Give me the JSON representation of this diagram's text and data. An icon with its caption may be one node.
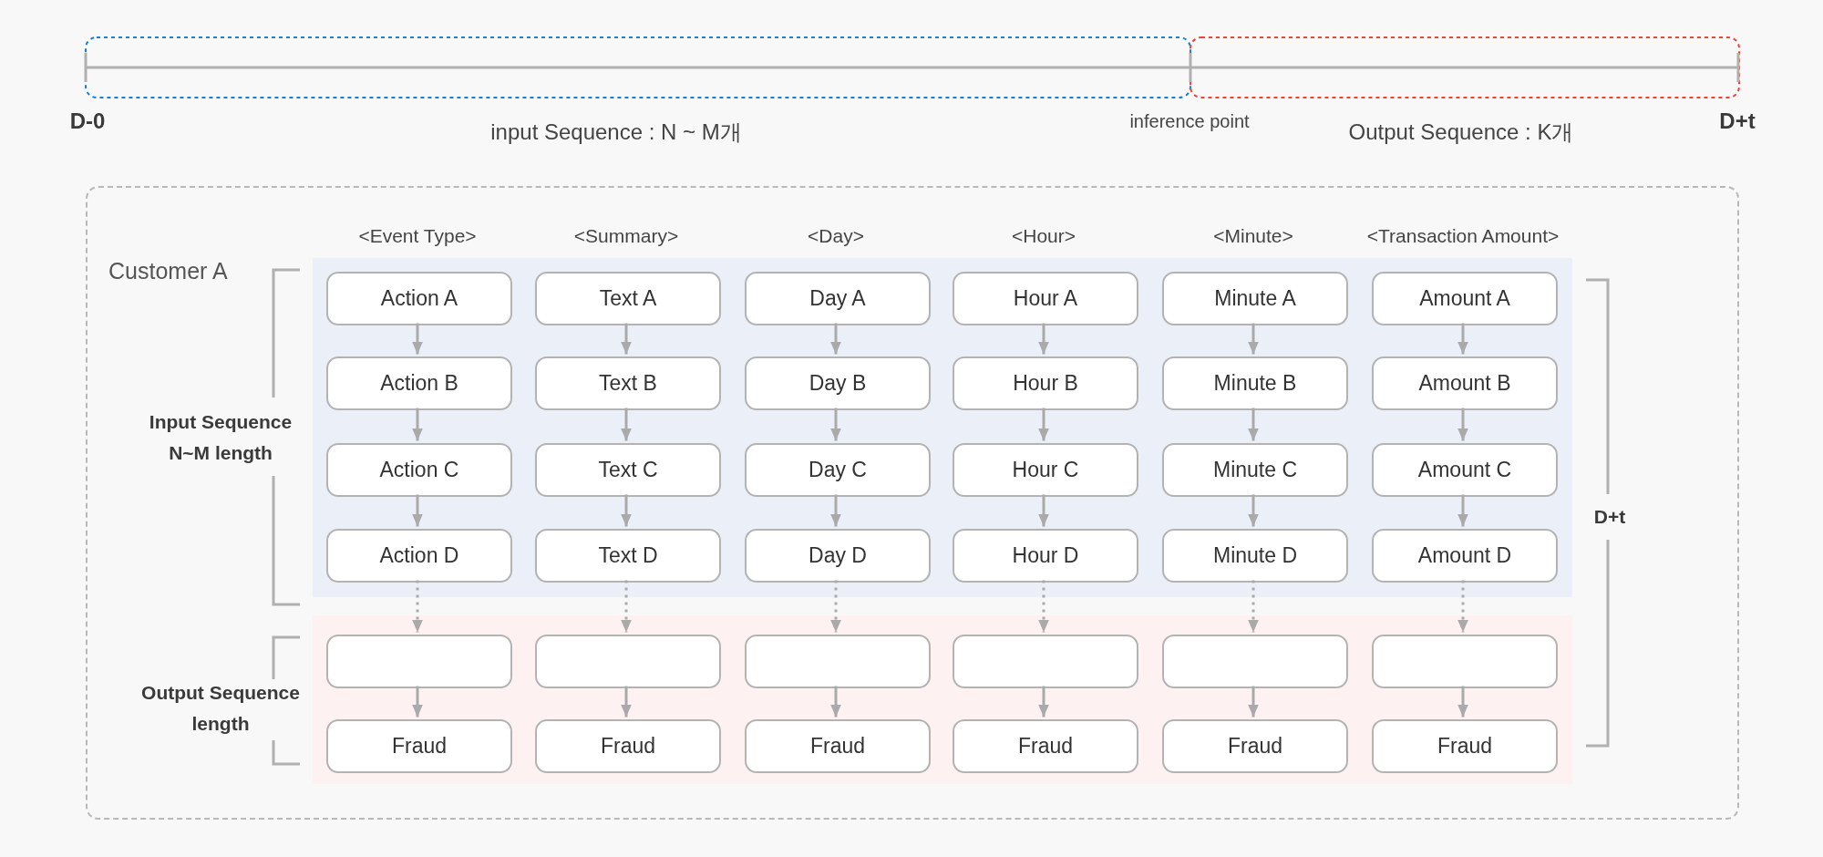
{
  "diagram": {
    "nodes": [
      {
        "text": [
          "Customer A"
        ]
      },
      {
        "text": [],
        "shape": "band",
        "in": 0
      },
      {
        "text": [
          "Action A"
        ],
        "in": 1
      },
      {
        "text": [
          "Text A"
        ],
        "in": 1
      },
      {
        "text": [
          "Day A"
        ],
        "in": 1
      },
      {
        "text": [
          "Hour A"
        ],
        "in": 1
      },
      {
        "text": [
          "Minute A"
        ],
        "in": 1
      },
      {
        "text": [
          "Amount A"
        ],
        "in": 1
      },
      {
        "text": [
          "Action B"
        ],
        "in": 1
      },
      {
        "text": [
          "Text B"
        ],
        "in": 1
      },
      {
        "text": [
          "Day B"
        ],
        "in": 1
      },
      {
        "text": [
          "Hour B"
        ],
        "in": 1
      },
      {
        "text": [
          "Minute B"
        ],
        "in": 1
      },
      {
        "text": [
          "Amount B"
        ],
        "in": 1
      },
      {
        "text": [
          "Action C"
        ],
        "in": 1
      },
      {
        "text": [
          "Text C"
        ],
        "in": 1
      },
      {
        "text": [
          "Day C"
        ],
        "in": 1
      },
      {
        "text": [
          "Hour C"
        ],
        "in": 1
      },
      {
        "text": [
          "Minute C"
        ],
        "in": 1
      },
      {
        "text": [
          "Amount C"
        ],
        "in": 1
      },
      {
        "text": [
          "Action D"
        ],
        "in": 1
      },
      {
        "text": [
          "Text D"
        ],
        "in": 1
      },
      {
        "text": [
          "Day D"
        ],
        "in": 1
      },
      {
        "text": [
          "Hour D"
        ],
        "in": 1
      },
      {
        "text": [
          "Minute D"
        ],
        "in": 1
      },
      {
        "text": [
          "Amount D"
        ],
        "in": 1
      },
      {
        "text": [],
        "shape": "band",
        "in": 0
      },
      {
        "text": [],
        "shape": "box",
        "in": 26
      },
      {
        "text": [],
        "shape": "box",
        "in": 26
      },
      {
        "text": [],
        "shape": "box",
        "in": 26
      },
      {
        "text": [],
        "shape": "box",
        "in": 26
      },
      {
        "text": [],
        "shape": "box",
        "in": 26
      },
      {
        "text": [],
        "shape": "box",
        "in": 26
      },
      {
        "text": [
          "Fraud"
        ],
        "in": 26
      },
      {
        "text": [
          "Fraud"
        ],
        "in": 26
      },
      {
        "text": [
          "Fraud"
        ],
        "in": 26
      },
      {
        "text": [
          "Fraud"
        ],
        "in": 26
      },
      {
        "text": [
          "Fraud"
        ],
        "in": 26
      },
      {
        "text": [
          "Fraud"
        ],
        "in": 26
      }
    ],
    "edges": [
      {
        "from": 2,
        "to": 8,
        "arrow": "to"
      },
      {
        "from": 3,
        "to": 9,
        "arrow": "to"
      },
      {
        "from": 4,
        "to": 10,
        "arrow": "to"
      },
      {
        "from": 5,
        "to": 11,
        "arrow": "to"
      },
      {
        "from": 6,
        "to": 12,
        "arrow": "to"
      },
      {
        "from": 7,
        "to": 13,
        "arrow": "to"
      },
      {
        "from": 8,
        "to": 14,
        "arrow": "to"
      },
      {
        "from": 9,
        "to": 15,
        "arrow": "to"
      },
      {
        "from": 10,
        "to": 16,
        "arrow": "to"
      },
      {
        "from": 11,
        "to": 17,
        "arrow": "to"
      },
      {
        "from": 12,
        "to": 18,
        "arrow": "to"
      },
      {
        "from": 13,
        "to": 19,
        "arrow": "to"
      },
      {
        "from": 14,
        "to": 20,
        "arrow": "to"
      },
      {
        "from": 15,
        "to": 21,
        "arrow": "to"
      },
      {
        "from": 16,
        "to": 22,
        "arrow": "to"
      },
      {
        "from": 17,
        "to": 23,
        "arrow": "to"
      },
      {
        "from": 18,
        "to": 24,
        "arrow": "to"
      },
      {
        "from": 19,
        "to": 25,
        "arrow": "to"
      },
      {
        "from": 20,
        "to": 27,
        "arrow": "to",
        "style": "dashed"
      },
      {
        "from": 21,
        "to": 28,
        "arrow": "to",
        "style": "dashed"
      },
      {
        "from": 22,
        "to": 29,
        "arrow": "to",
        "style": "dashed"
      },
      {
        "from": 23,
        "to": 30,
        "arrow": "to",
        "style": "dashed"
      },
      {
        "from": 24,
        "to": 31,
        "arrow": "to",
        "style": "dashed"
      },
      {
        "from": 25,
        "to": 32,
        "arrow": "to",
        "style": "dashed"
      },
      {
        "from": 27,
        "to": 33,
        "arrow": "to"
      },
      {
        "from": 28,
        "to": 34,
        "arrow": "to"
      },
      {
        "from": 29,
        "to": 35,
        "arrow": "to"
      },
      {
        "from": 30,
        "to": 36,
        "arrow": "to"
      },
      {
        "from": 31,
        "to": 37,
        "arrow": "to"
      },
      {
        "from": 32,
        "to": 38,
        "arrow": "to"
      }
    ],
    "labels": [
      "D-0",
      "input Sequence : N ~ M개",
      "inference point",
      "Output Sequence : K개",
      "D+t",
      "<Event Type>",
      "<Summary>",
      "<Day>",
      "<Hour>",
      "<Minute>",
      "<Transaction Amount>",
      "Input Sequence N~M length",
      "D+t",
      "Output Sequence length"
    ]
  }
}
